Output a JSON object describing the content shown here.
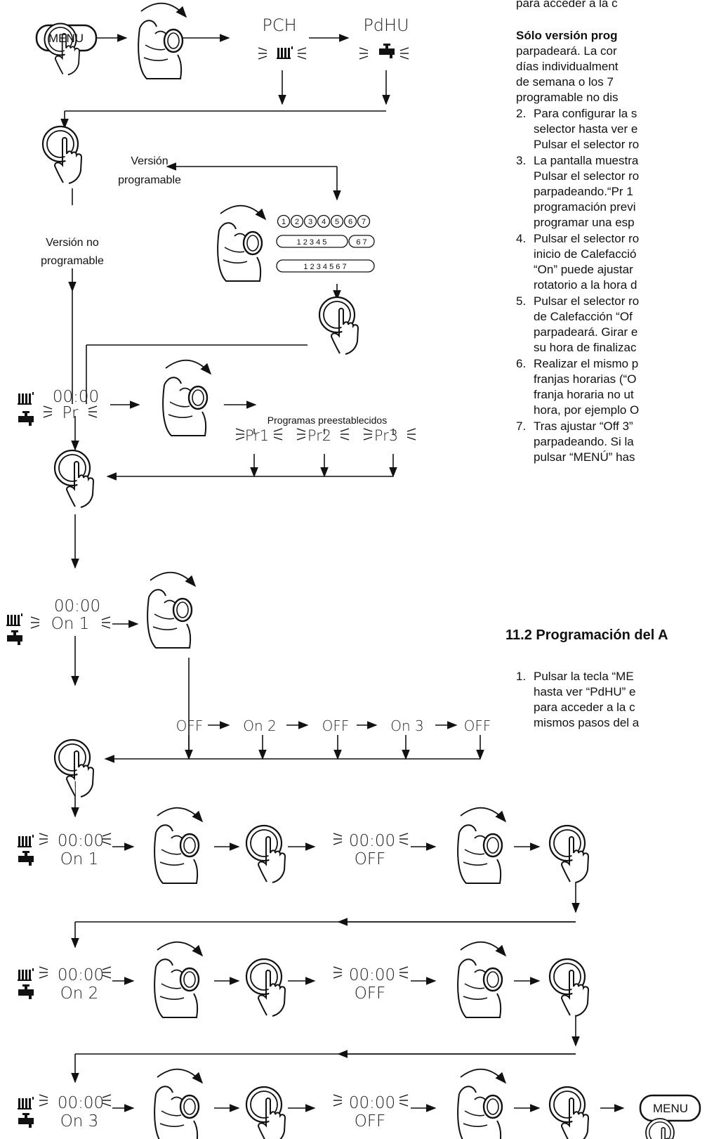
{
  "diagram": {
    "menu_button": "MENU",
    "pch": "PCH",
    "pdhu": "PdHU",
    "version_programable": [
      "Versión",
      "programable"
    ],
    "version_no_programable": [
      "Versión no",
      "programable"
    ],
    "day_rows": [
      [
        "1",
        "2",
        "3",
        "4",
        "5",
        "6",
        "7"
      ],
      [
        "1 2 3 4 5",
        "6 7"
      ],
      [
        "1 2 3 4 5 6 7"
      ]
    ],
    "time": "00:00",
    "pr": "Pr",
    "presets_label": "Programas preestablecidos",
    "presets": [
      "Pr1",
      "Pr2",
      "Pr3"
    ],
    "on1_display": "On 1",
    "sequence": [
      "OFF",
      "On 2",
      "OFF",
      "On 3",
      "OFF"
    ],
    "rows": [
      {
        "on": "On 1",
        "off": "OFF"
      },
      {
        "on": "On 2",
        "off": "OFF"
      },
      {
        "on": "On 3",
        "off": "OFF"
      }
    ]
  },
  "text": {
    "line0": "para acceder a la c",
    "bold_heading": "Sólo versión prog",
    "para1": [
      "parpadeará. La cor",
      "días individualment",
      "de semana o los 7",
      "programable no dis"
    ],
    "steps": [
      {
        "n": "2.",
        "lines": [
          "Para configurar la s",
          "selector hasta ver e",
          "Pulsar el selector ro"
        ]
      },
      {
        "n": "3.",
        "lines": [
          "La pantalla muestra",
          "Pulsar el selector ro",
          "parpadeando.“Pr 1",
          "programación previ",
          "programar una esp"
        ]
      },
      {
        "n": "4.",
        "lines": [
          "Pulsar el selector ro",
          "inicio de Calefacció",
          "“On” puede ajustar",
          "rotatorio a la hora d"
        ]
      },
      {
        "n": "5.",
        "lines": [
          "Pulsar el selector ro",
          "de Calefacción “Of",
          "parpadeará. Girar e",
          "su hora de finalizac"
        ]
      },
      {
        "n": "6.",
        "lines": [
          "Realizar el mismo p",
          "franjas horarias (“O",
          "franja horaria no ut",
          "hora, por ejemplo O"
        ]
      },
      {
        "n": "7.",
        "lines": [
          "Tras ajustar “Off 3”",
          "parpadeando. Si la",
          "pulsar “MENÚ” has"
        ]
      }
    ],
    "section_title": "11.2  Programación del A",
    "step_112": {
      "n": "1.",
      "lines": [
        "Pulsar la tecla “ME",
        "hasta ver “PdHU” e",
        "para acceder a la c",
        "mismos pasos del a"
      ]
    }
  }
}
